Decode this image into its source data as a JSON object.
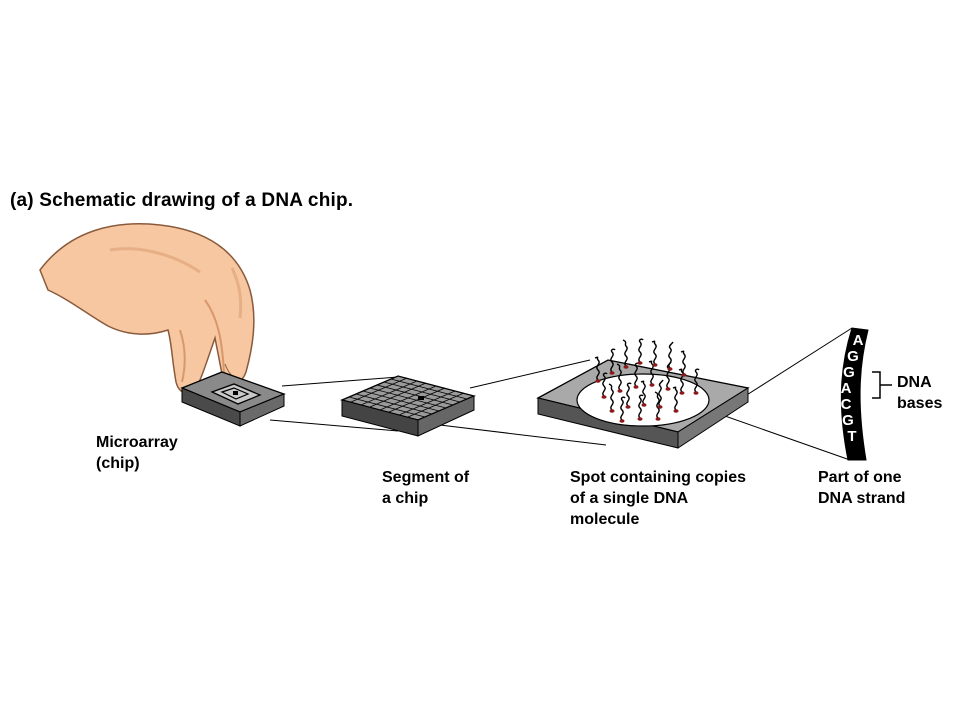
{
  "title": "(a) Schematic drawing of a DNA chip.",
  "labels": {
    "microarray": [
      "Microarray",
      "(chip)"
    ],
    "segment": [
      "Segment of",
      "a chip"
    ],
    "spot": [
      "Spot containing copies",
      "of a single DNA",
      "molecule"
    ],
    "strand": [
      "Part of one",
      "DNA strand"
    ],
    "bases": [
      "DNA",
      "bases"
    ]
  },
  "dna_bases": [
    "A",
    "G",
    "G",
    "A",
    "C",
    "G",
    "T"
  ],
  "colors": {
    "skin": "#f6c7a0",
    "skin_shadow": "#d9986c",
    "chip_gray": "#a9a9a9",
    "chip_dark": "#555555",
    "spot_dot": "#8b1a1a",
    "strand_fill": "#000000"
  }
}
